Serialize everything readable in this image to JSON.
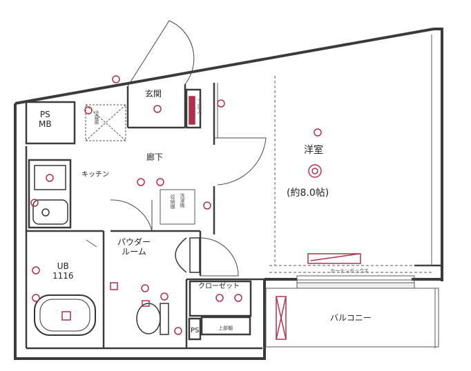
{
  "rooms": {
    "ps_mb": {
      "line1": "PS",
      "line2": "MB"
    },
    "entrance": "玄関",
    "shoe_box": "下足入",
    "corridor": "廊下",
    "kitchen": "キッチン",
    "western_room": "洋室",
    "western_room_size": "(約8.0帖)",
    "powder_room": {
      "line1": "パウダー",
      "line2": "ルーム"
    },
    "unit_bath": {
      "line1": "UB",
      "line2": "1116"
    },
    "closet": "クローゼット",
    "ps": "PS",
    "upper_shelf": "上部棚",
    "balcony": "バルコニー",
    "curtain_box": "カーテンボックス",
    "washer_space": "洗濯機",
    "refrigerator": "冷蔵庫",
    "linen": "収納棚"
  },
  "symbols": {
    "outlet": "outlet-icon",
    "ceiling_light": "ceiling-light-icon",
    "smoke_detector": "smoke-detector-icon"
  },
  "colors": {
    "wall": "#3a3a3a",
    "line": "#444444",
    "accent": "#b0304a"
  }
}
